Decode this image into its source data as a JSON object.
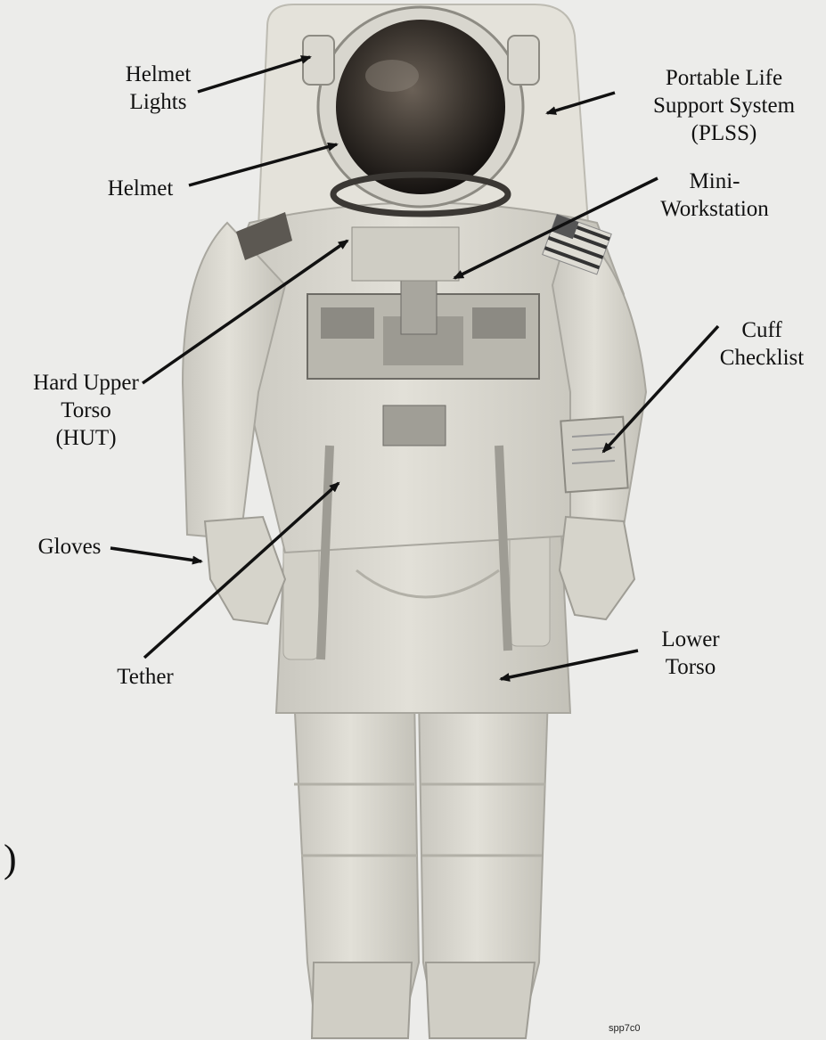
{
  "labels": {
    "helmet_lights": [
      "Helmet",
      "Lights"
    ],
    "plss": [
      "Portable Life",
      "Support System",
      "(PLSS)"
    ],
    "helmet": [
      "Helmet"
    ],
    "mini_workstation": [
      "Mini-",
      "Workstation"
    ],
    "cuff_checklist": [
      "Cuff",
      "Checklist"
    ],
    "hut": [
      "Hard Upper",
      "Torso",
      "(HUT)"
    ],
    "gloves": [
      "Gloves"
    ],
    "lower_torso": [
      "Lower",
      "Torso"
    ],
    "tether": [
      "Tether"
    ]
  },
  "margin_char": ")",
  "photo_tag": "spp7c0",
  "colors": {
    "background": "#ececea",
    "suit": "#d9d7cf",
    "suit_shadow": "#b8b6ad",
    "visor": "#2a2622",
    "arrow": "#111111"
  }
}
